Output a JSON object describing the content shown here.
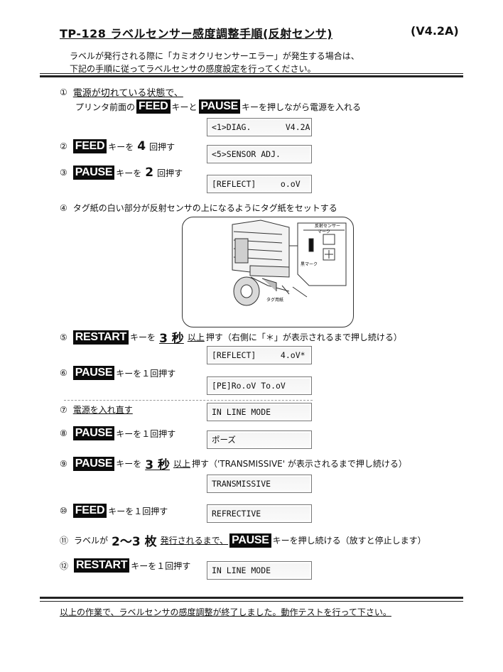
{
  "header": {
    "title": "TP-128 ラベルセンサー感度調整手順(反射センサ)",
    "version": "(V4.2A)",
    "intro_line1": "ラベルが発行される際に「カミオクリセンサーエラー」が発生する場合は、",
    "intro_line2": "下記の手順に従ってラベルセンサの感度設定を行ってください。"
  },
  "steps": {
    "s1": {
      "num": "①",
      "line1": "電源が切れている状態で、",
      "pre": "プリンタ前面の",
      "key1": "FEED",
      "mid": "キーと",
      "key2": "PAUSE",
      "post": "キーを押しながら電源を入れる"
    },
    "s2": {
      "num": "②",
      "key": "FEED",
      "text1": "キーを",
      "count": "4",
      "text2": "回押す"
    },
    "s3": {
      "num": "③",
      "key": "PAUSE",
      "text1": "キーを",
      "count": "2",
      "text2": "回押す"
    },
    "s4": {
      "num": "④",
      "text": "タグ紙の白い部分が反射センサの上になるようにタグ紙をセットする"
    },
    "s5": {
      "num": "⑤",
      "key": "RESTART",
      "text1": "キーを",
      "count": "3 秒",
      "text2": "以上",
      "text3": "押す（右側に「＊」が表示されるまで押し続ける）"
    },
    "s6": {
      "num": "⑥",
      "key": "PAUSE",
      "text": "キーを１回押す"
    },
    "s7": {
      "num": "⑦",
      "text": "電源を入れ直す"
    },
    "s8": {
      "num": "⑧",
      "key": "PAUSE",
      "text": "キーを１回押す"
    },
    "s9": {
      "num": "⑨",
      "key": "PAUSE",
      "text1": "キーを",
      "count": "3 秒",
      "text2": "以上",
      "text3": "押す（'TRANSMISSIVE' が表示されるまで押し続ける）"
    },
    "s10": {
      "num": "⑩",
      "key": "FEED",
      "text": "キーを１回押す"
    },
    "s11": {
      "num": "⑪",
      "text1": "ラベルが",
      "count": "2〜3 枚",
      "text2": "発行されるまで、",
      "key": "PAUSE",
      "text3": "キーを押し続ける（放すと停止します）"
    },
    "s12": {
      "num": "⑫",
      "key": "RESTART",
      "text": "キーを１回押す"
    }
  },
  "displays": {
    "d1": "<1>DIAG.       V4.2A",
    "d2": "<5>SENSOR ADJ.",
    "d3": "[REFLECT]     o.oV",
    "d4": "[REFLECT]     4.oV*",
    "d5": "[PE]Ro.oV To.oV",
    "d6": "IN LINE MODE",
    "d7": "ポーズ",
    "d8": "TRANSMISSIVE",
    "d9": "REFRECTIVE",
    "d10": "IN LINE MODE"
  },
  "figure": {
    "label_sensor": "反射センサー",
    "label_marker": "マーク",
    "label_black": "黒マーク",
    "label_tag": "タグ用紙"
  },
  "footer": {
    "text": "以上の作業で、ラベルセンサの感度調整が終了しました。動作テストを行って下さい。"
  }
}
